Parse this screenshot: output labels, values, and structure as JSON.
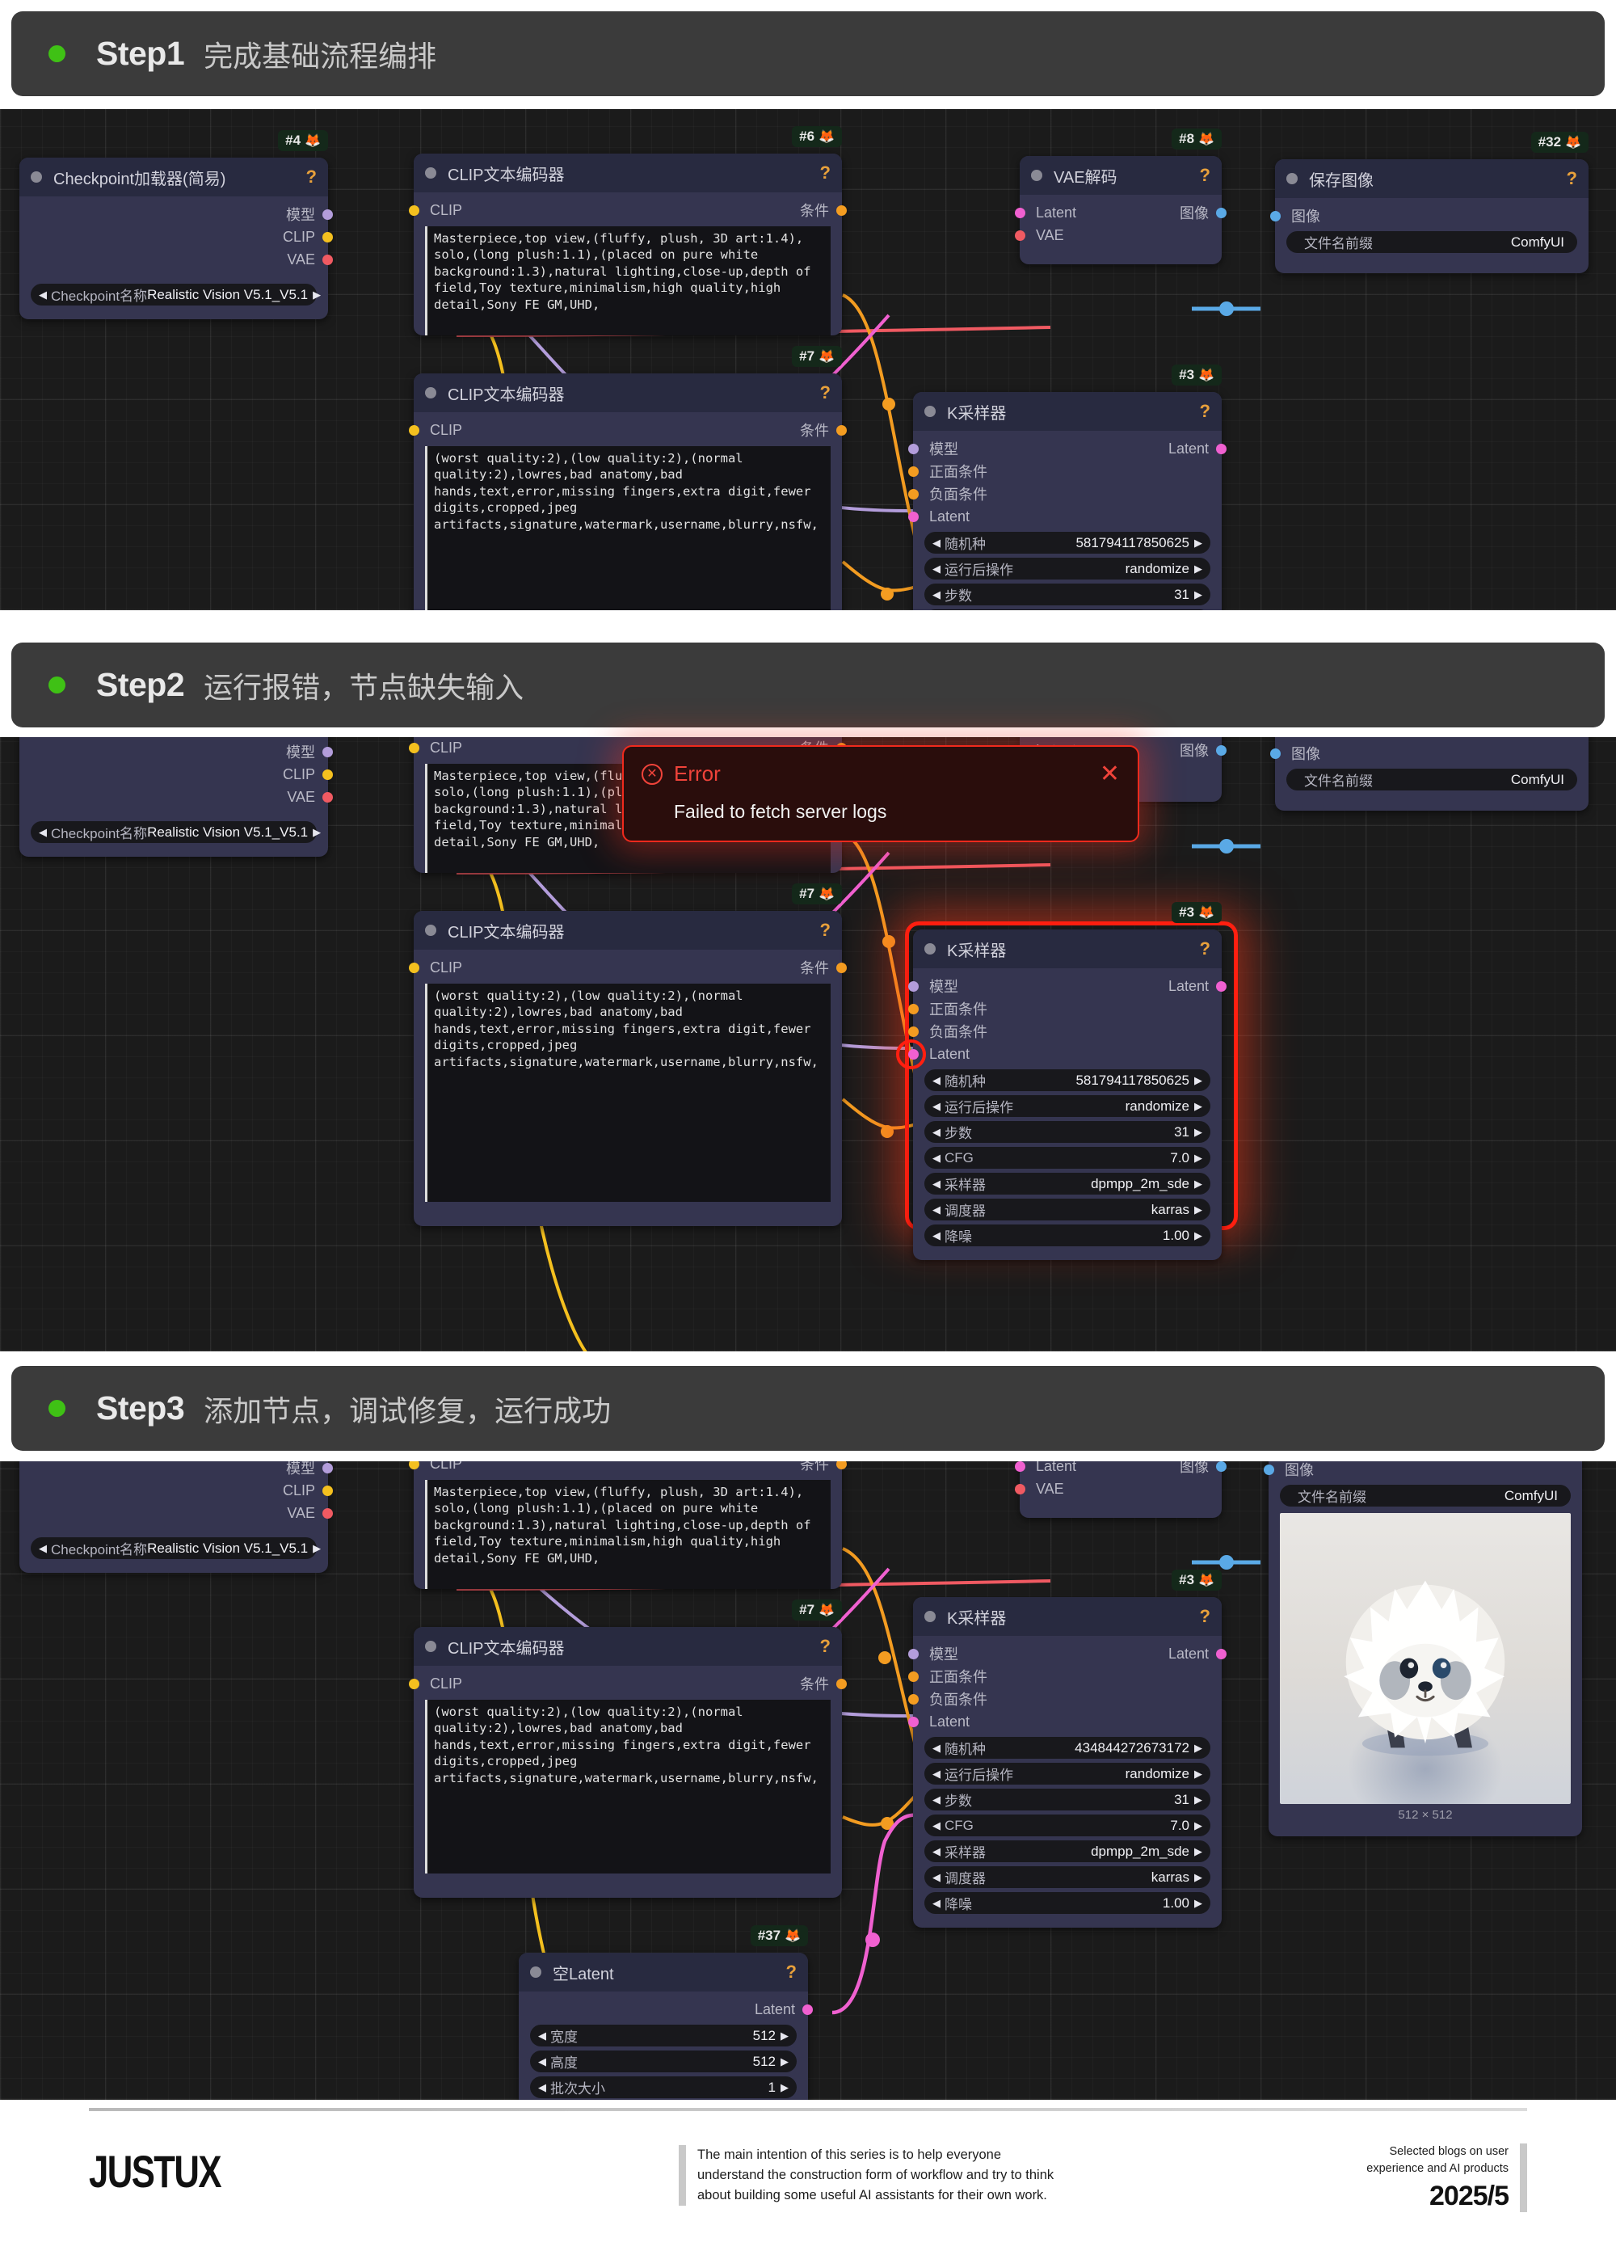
{
  "steps": [
    {
      "num": "Step1",
      "desc": "完成基础流程编排"
    },
    {
      "num": "Step2",
      "desc": "运行报错，节点缺失输入"
    },
    {
      "num": "Step3",
      "desc": "添加节点，调试修复，运行成功"
    }
  ],
  "colors": {
    "accent_green": "#3fc115",
    "error_red": "#f02a1d",
    "header_bg": "#3b3b3b",
    "canvas_bg": "#1b1b1b",
    "node_bg": "#353550",
    "node_title_bg": "#282a40",
    "wire_clip": "#f4c01f",
    "wire_vae": "#f05a62",
    "wire_model": "#b39ddb",
    "wire_cond": "#f39c21",
    "wire_latent": "#f060d0",
    "wire_image": "#5aa9e6"
  },
  "nodes": {
    "checkpoint": {
      "badge": "#4",
      "title": "Checkpoint加载器(简易)",
      "help": "?",
      "outputs": [
        {
          "label": "模型",
          "dot": "dot-model"
        },
        {
          "label": "CLIP",
          "dot": "dot-clip"
        },
        {
          "label": "VAE",
          "dot": "dot-vae"
        }
      ],
      "widget": {
        "label": "Checkpoint名称",
        "value": "Realistic Vision V5.1_V5.1"
      }
    },
    "clip_positive": {
      "badge": "#6",
      "title": "CLIP文本编码器",
      "help": "?",
      "input": {
        "label": "CLIP",
        "dot": "dot-clip"
      },
      "output": {
        "label": "条件",
        "dot": "dot-cond"
      },
      "text": "Masterpiece,top view,(fluffy, plush, 3D art:1.4),\nsolo,(long plush:1.1),(placed on pure white\nbackground:1.3),natural lighting,close-up,depth of\nfield,Toy texture,minimalism,high quality,high\ndetail,Sony FE GM,UHD,"
    },
    "clip_negative": {
      "badge": "#7",
      "title": "CLIP文本编码器",
      "help": "?",
      "input": {
        "label": "CLIP",
        "dot": "dot-clip"
      },
      "output": {
        "label": "条件",
        "dot": "dot-cond"
      },
      "text": "(worst quality:2),(low quality:2),(normal\nquality:2),lowres,bad anatomy,bad\nhands,text,error,missing fingers,extra digit,fewer\ndigits,cropped,jpeg\nartifacts,signature,watermark,username,blurry,nsfw,"
    },
    "ksampler": {
      "badge": "#3",
      "title": "K采样器",
      "help": "?",
      "inputs": [
        {
          "label": "模型",
          "dot": "dot-model"
        },
        {
          "label": "正面条件",
          "dot": "dot-cond"
        },
        {
          "label": "负面条件",
          "dot": "dot-cond"
        },
        {
          "label": "Latent",
          "dot": "dot-latent"
        }
      ],
      "output": {
        "label": "Latent",
        "dot": "dot-latent"
      },
      "widgets": [
        {
          "label": "随机种",
          "value": "581794117850625"
        },
        {
          "label": "运行后操作",
          "value": "randomize"
        },
        {
          "label": "步数",
          "value": "31"
        },
        {
          "label": "CFG",
          "value": "7.0"
        },
        {
          "label": "采样器",
          "value": "dpmpp_2m_sde"
        },
        {
          "label": "调度器",
          "value": "karras"
        },
        {
          "label": "降噪",
          "value": "1.00"
        }
      ]
    },
    "ksampler_step3": {
      "badge": "#3",
      "title": "K采样器",
      "help": "?",
      "widgets": [
        {
          "label": "随机种",
          "value": "434844272673172"
        },
        {
          "label": "运行后操作",
          "value": "randomize"
        },
        {
          "label": "步数",
          "value": "31"
        },
        {
          "label": "CFG",
          "value": "7.0"
        },
        {
          "label": "采样器",
          "value": "dpmpp_2m_sde"
        },
        {
          "label": "调度器",
          "value": "karras"
        },
        {
          "label": "降噪",
          "value": "1.00"
        }
      ]
    },
    "vae_decode": {
      "badge": "#8",
      "title": "VAE解码",
      "help": "?",
      "inputs": [
        {
          "label": "Latent",
          "dot": "dot-latent"
        },
        {
          "label": "VAE",
          "dot": "dot-vae"
        }
      ],
      "output": {
        "label": "图像",
        "dot": "dot-image"
      }
    },
    "save_image": {
      "badge": "#32",
      "title": "保存图像",
      "help": "?",
      "input": {
        "label": "图像",
        "dot": "dot-image"
      },
      "widget": {
        "label": "文件名前缀",
        "value": "ComfyUI"
      },
      "preview_caption": "512 × 512"
    },
    "empty_latent": {
      "badge": "#37",
      "title": "空Latent",
      "help": "?",
      "output": {
        "label": "Latent",
        "dot": "dot-latent"
      },
      "widgets": [
        {
          "label": "宽度",
          "value": "512"
        },
        {
          "label": "高度",
          "value": "512"
        },
        {
          "label": "批次大小",
          "value": "1"
        }
      ]
    }
  },
  "error_toast": {
    "icon": "error-circle-icon",
    "title": "Error",
    "message": "Failed to fetch server logs",
    "close": "✕"
  },
  "footer": {
    "brand": "JUSTUX",
    "description": "The main intention of this series is to help everyone\nunderstand the construction form of workflow and try to think\nabout building some useful AI assistants for their own work.",
    "tagline": "Selected blogs on user\nexperience and AI products",
    "year": "2025/5"
  }
}
